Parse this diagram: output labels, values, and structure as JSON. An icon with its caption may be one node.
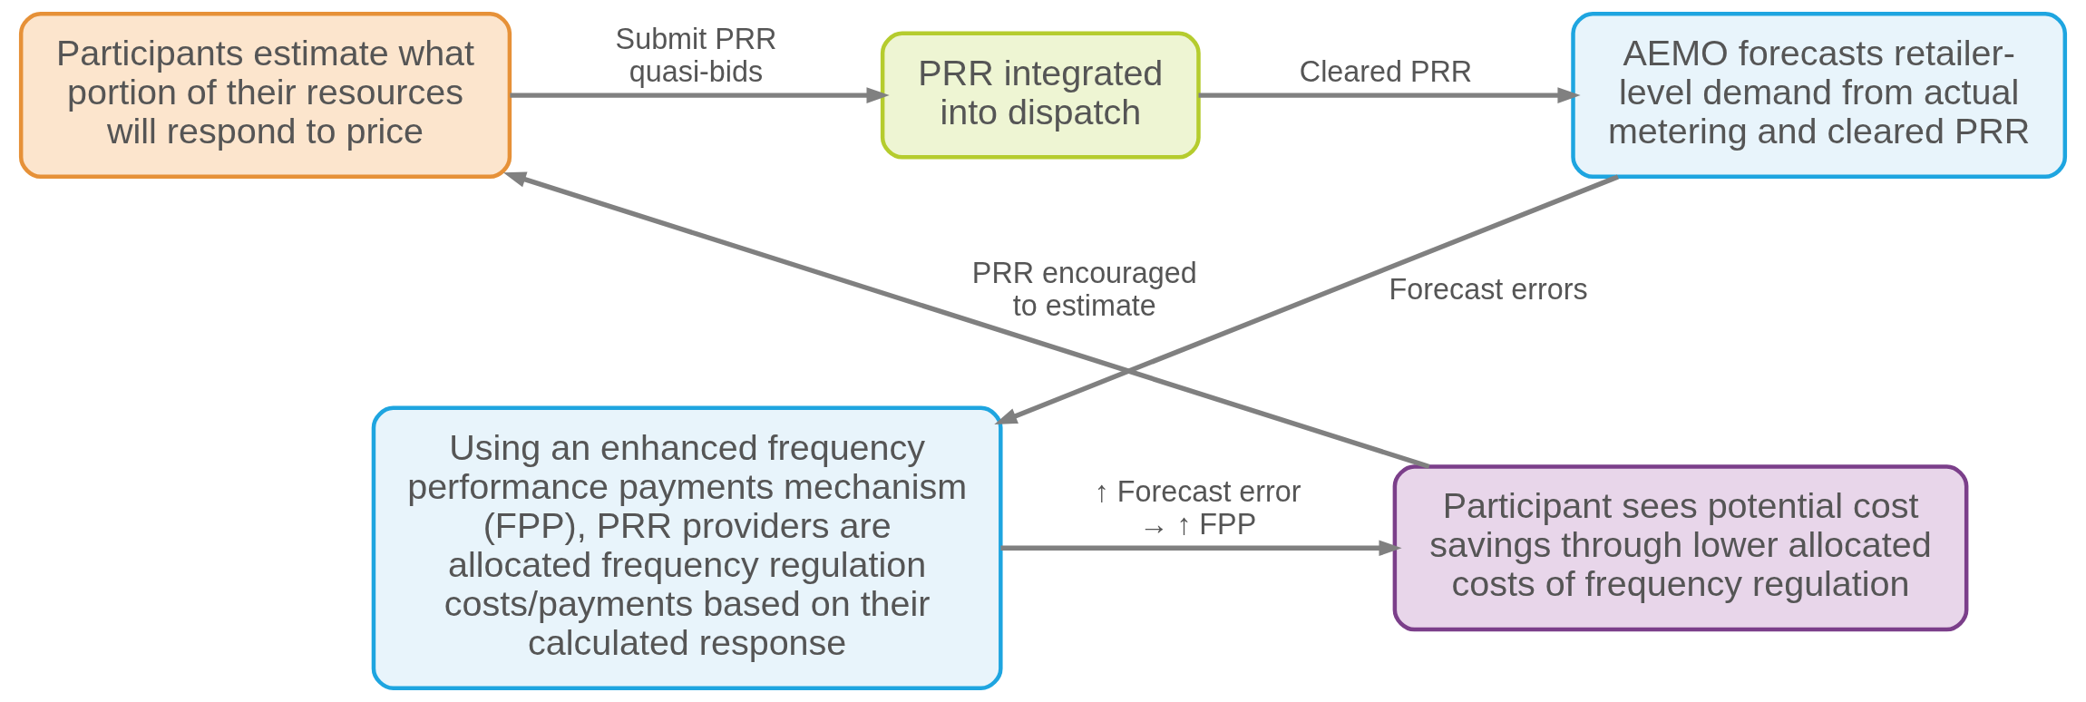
{
  "diagram": {
    "nodes": [
      {
        "text": [
          "Participants estimate what portion of their resources will respond to price"
        ]
      },
      {
        "text": [
          "PRR integrated into dispatch"
        ]
      },
      {
        "text": [
          "AEMO forecasts retailer-level demand from actual metering and cleared PRR"
        ]
      },
      {
        "text": [
          "Using an enhanced frequency performance payments mechanism (FPP), PRR providers are allocated frequency regulation costs/payments based on their calculated response"
        ]
      },
      {
        "text": [
          "Participant sees potential cost savings through lower allocated costs of frequency regulation"
        ]
      }
    ],
    "edges": [
      {
        "from": 0,
        "to": 1,
        "arrow": "to",
        "label": "Submit PRR quasi-bids"
      },
      {
        "from": 1,
        "to": 2,
        "arrow": "to",
        "label": "Cleared PRR"
      },
      {
        "from": 2,
        "to": 3,
        "arrow": "to",
        "label": "Forecast errors"
      },
      {
        "from": 3,
        "to": 4,
        "arrow": "to",
        "label": "↑ Forecast error → ↑ FPP"
      },
      {
        "from": 4,
        "to": 0,
        "arrow": "to",
        "label": "PRR encouraged to estimate"
      }
    ]
  }
}
